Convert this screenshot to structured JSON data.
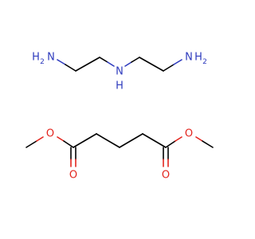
{
  "colors": {
    "background": "#ffffff",
    "carbon_bond": "#000000",
    "nitrogen": "#2e3bbd",
    "oxygen": "#e3251e"
  },
  "molecules": {
    "diethylenetriamine": {
      "labels": {
        "n1_h": "H",
        "n1_sub": "2",
        "n1_n": "N",
        "n2_n": "N",
        "n2_h": "H",
        "n3_h": "H",
        "n3_sub": "2",
        "n3_n": "N"
      }
    },
    "dimethyl_glutarate": {
      "labels": {
        "o_ether_left": "O",
        "o_carbonyl_left": "O",
        "o_ether_right": "O",
        "o_carbonyl_right": "O"
      }
    }
  }
}
